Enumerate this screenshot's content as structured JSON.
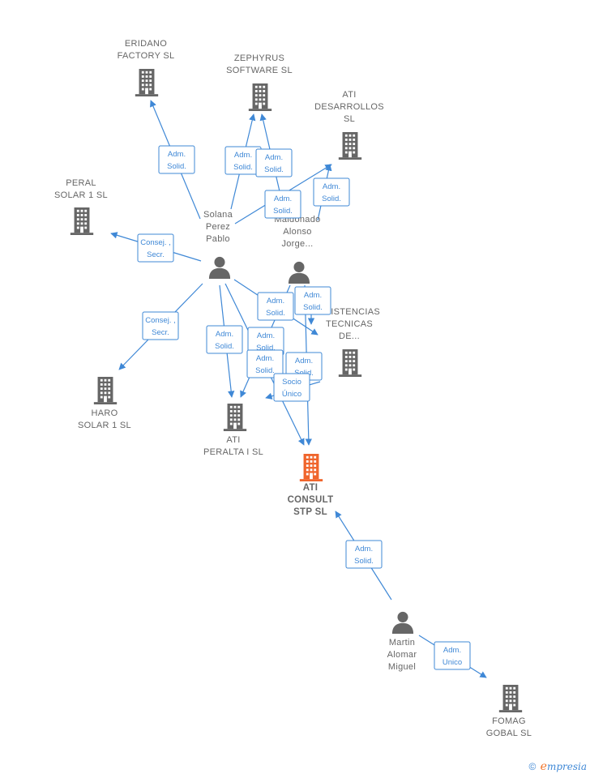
{
  "colors": {
    "edge": "#3f88d6",
    "node_building": "#666666",
    "node_person": "#666666",
    "node_focus": "#f0652c",
    "label_text": "#666666"
  },
  "nodes": [
    {
      "id": "eridano",
      "kind": "company",
      "lines": [
        "ERIDANO",
        "FACTORY  SL"
      ]
    },
    {
      "id": "zephyrus",
      "kind": "company",
      "lines": [
        "ZEPHYRUS",
        "SOFTWARE  SL"
      ]
    },
    {
      "id": "ati_desarrollos",
      "kind": "company",
      "lines": [
        "ATI",
        "DESARROLLOS",
        "SL"
      ]
    },
    {
      "id": "peral",
      "kind": "company",
      "lines": [
        "PERAL",
        "SOLAR 1  SL"
      ]
    },
    {
      "id": "solana",
      "kind": "person",
      "lines": [
        "Solana",
        "Perez",
        "Pablo"
      ]
    },
    {
      "id": "maldonado",
      "kind": "person",
      "lines": [
        "Maldonado",
        "Alonso",
        "Jorge..."
      ]
    },
    {
      "id": "asistencias",
      "kind": "company",
      "lines": [
        "ASISTENCIAS",
        "TECNICAS",
        "DE..."
      ]
    },
    {
      "id": "haro",
      "kind": "company",
      "lines": [
        "HARO",
        "SOLAR 1  SL"
      ]
    },
    {
      "id": "ati_peralta",
      "kind": "company",
      "lines": [
        "ATI",
        "PERALTA I  SL"
      ]
    },
    {
      "id": "ati_consult",
      "kind": "focus",
      "lines": [
        "ATI",
        "CONSULT",
        "STP  SL"
      ]
    },
    {
      "id": "martin",
      "kind": "person",
      "lines": [
        "Martin",
        "Alomar",
        "Miguel"
      ]
    },
    {
      "id": "fomag",
      "kind": "company",
      "lines": [
        "FOMAG",
        "GOBAL  SL"
      ]
    }
  ],
  "edges": [
    {
      "from": "solana",
      "to": "eridano",
      "label": [
        "Adm.",
        "Solid."
      ]
    },
    {
      "from": "solana",
      "to": "zephyrus",
      "label": [
        "Adm.",
        "Solid."
      ]
    },
    {
      "from": "maldonado",
      "to": "zephyrus",
      "label": [
        "Adm.",
        "Solid."
      ]
    },
    {
      "from": "solana",
      "to": "ati_desarrollos",
      "label": [
        "Adm.",
        "Solid."
      ]
    },
    {
      "from": "maldonado",
      "to": "ati_desarrollos",
      "label": [
        "Adm.",
        "Solid."
      ]
    },
    {
      "from": "solana",
      "to": "peral",
      "label": [
        "Consej. ,",
        "Secr."
      ]
    },
    {
      "from": "solana",
      "to": "haro",
      "label": [
        "Consej. ,",
        "Secr."
      ]
    },
    {
      "from": "solana",
      "to": "asistencias",
      "label": [
        "Adm.",
        "Solid."
      ]
    },
    {
      "from": "maldonado",
      "to": "asistencias",
      "label": [
        "Adm.",
        "Solid."
      ]
    },
    {
      "from": "solana",
      "to": "ati_peralta",
      "label": [
        "Adm.",
        "Solid."
      ]
    },
    {
      "from": "maldonado",
      "to": "ati_peralta",
      "label": [
        "Adm.",
        "Solid."
      ]
    },
    {
      "from": "solana",
      "to": "ati_consult",
      "label": [
        "Adm.",
        "Solid."
      ]
    },
    {
      "from": "maldonado",
      "to": "ati_consult",
      "label": [
        "Adm.",
        "Solid."
      ]
    },
    {
      "from": "asistencias",
      "to": "ati_peralta",
      "label": [
        "Socio",
        "Único"
      ]
    },
    {
      "from": "martin",
      "to": "ati_consult",
      "label": [
        "Adm.",
        "Solid."
      ]
    },
    {
      "from": "martin",
      "to": "fomag",
      "label": [
        "Adm.",
        "Unico"
      ]
    }
  ],
  "footer": {
    "copyright": "©",
    "brand_initial": "e",
    "brand_rest": "mpresia"
  }
}
